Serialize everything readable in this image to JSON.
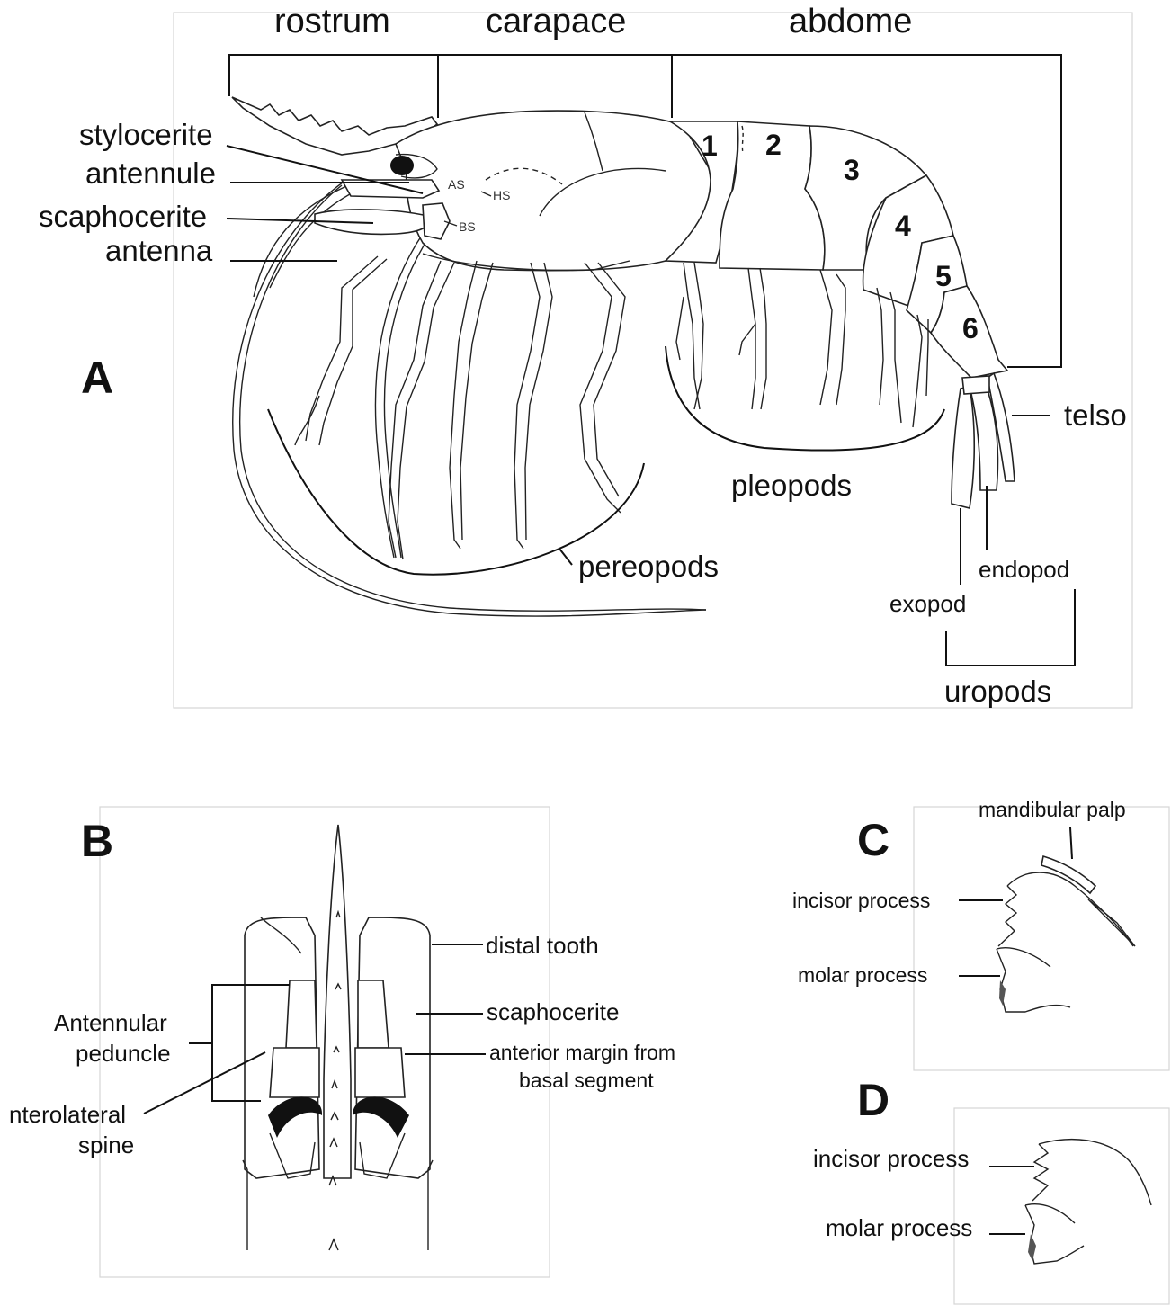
{
  "panels": {
    "a": {
      "letter": "A",
      "regions": {
        "rostrum": "rostrum",
        "carapace": "carapace",
        "abdome": "abdome"
      },
      "anterior_labels": {
        "stylocerite": "stylocerite",
        "antennule": "antennule",
        "scaphocerite": "scaphocerite",
        "antenna": "antenna"
      },
      "spine_labels": {
        "as": "AS",
        "hs": "HS",
        "bs": "BS"
      },
      "segments": [
        "1",
        "2",
        "3",
        "4",
        "5",
        "6"
      ],
      "appendage_labels": {
        "telso": "telso",
        "pleopods": "pleopods",
        "pereopods": "pereopods",
        "endopod": "endopod",
        "exopod": "exopod",
        "uropods": "uropods"
      }
    },
    "b": {
      "letter": "B",
      "labels": {
        "distal_tooth": "distal tooth",
        "scaphocerite": "scaphocerite",
        "anterior_margin_1": "anterior margin from",
        "anterior_margin_2": "basal segment",
        "antennular_1": "Antennular",
        "antennular_2": "peduncle",
        "anterolateral_1": "nterolateral",
        "anterolateral_2": "spine"
      }
    },
    "c": {
      "letter": "C",
      "labels": {
        "mandibular_palp": "mandibular palp",
        "incisor_process": "incisor process",
        "molar_process": "molar process"
      }
    },
    "d": {
      "letter": "D",
      "labels": {
        "incisor_process": "incisor process",
        "molar_process": "molar process"
      }
    }
  }
}
